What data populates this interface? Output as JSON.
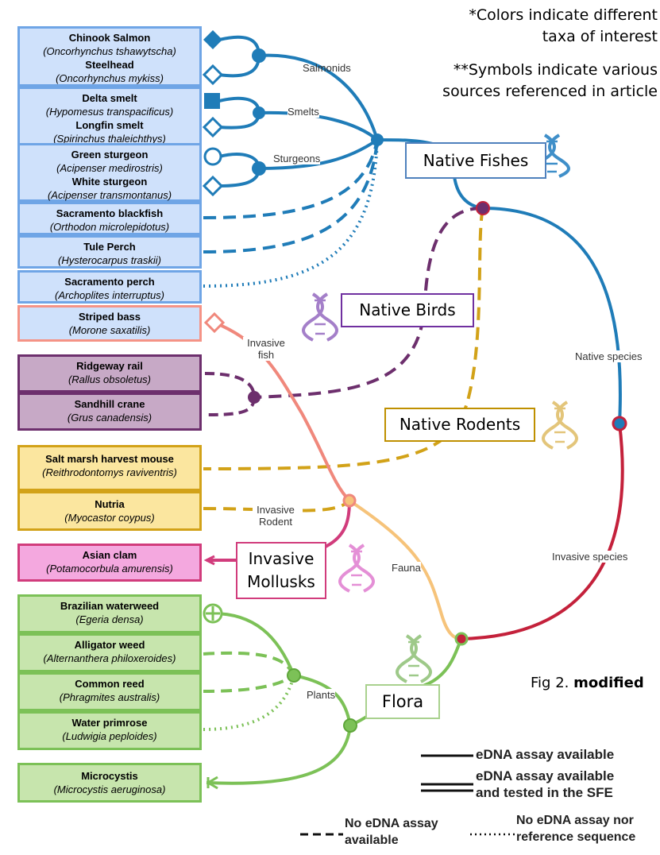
{
  "notes": {
    "line1": "*Colors indicate different",
    "line2": "taxa of interest",
    "line3": "**Symbols indicate various",
    "line4": "sources referenced in article"
  },
  "caption": {
    "prefix": "Fig 2. ",
    "bold": "modified"
  },
  "species": [
    {
      "id": "chinook",
      "group": "fish",
      "common": "Chinook Salmon",
      "scientific": "(Oncorhynchus tshawytscha)"
    },
    {
      "id": "steelhead",
      "group": "fish",
      "common": "Steelhead",
      "scientific": "(Oncorhynchus mykiss)"
    },
    {
      "id": "delta-smelt",
      "group": "fish",
      "common": "Delta smelt",
      "scientific": "(Hypomesus transpacificus)"
    },
    {
      "id": "longfin-smelt",
      "group": "fish",
      "common": "Longfin smelt",
      "scientific": "(Spirinchus thaleichthys)"
    },
    {
      "id": "green-sturgeon",
      "group": "fish",
      "common": "Green sturgeon",
      "scientific": "(Acipenser medirostris)"
    },
    {
      "id": "white-sturgeon",
      "group": "fish",
      "common": "White sturgeon",
      "scientific": "(Acipenser transmontanus)"
    },
    {
      "id": "sacramento-blackfish",
      "group": "fish",
      "common": "Sacramento blackfish",
      "scientific": "(Orthodon microlepidotus)"
    },
    {
      "id": "tule-perch",
      "group": "fish",
      "common": "Tule Perch",
      "scientific": "(Hysterocarpus traskii)"
    },
    {
      "id": "sacramento-perch",
      "group": "fish",
      "common": "Sacramento perch",
      "scientific": "(Archoplites interruptus)"
    },
    {
      "id": "striped-bass",
      "group": "fish",
      "common": "Striped bass",
      "scientific": "(Morone saxatilis)"
    },
    {
      "id": "ridgeway-rail",
      "group": "bird",
      "common": "Ridgeway rail",
      "scientific": "(Rallus obsoletus)"
    },
    {
      "id": "sandhill-crane",
      "group": "bird",
      "common": "Sandhill crane",
      "scientific": "(Grus canadensis)"
    },
    {
      "id": "harvest-mouse",
      "group": "rodent",
      "common": "Salt marsh harvest mouse",
      "scientific": "(Reithrodontomys raviventris)"
    },
    {
      "id": "nutria",
      "group": "rodent",
      "common": "Nutria",
      "scientific": "(Myocastor coypus)"
    },
    {
      "id": "asian-clam",
      "group": "mollusk",
      "common": "Asian clam",
      "scientific": "(Potamocorbula amurensis)"
    },
    {
      "id": "brazilian-waterweed",
      "group": "plant",
      "common": "Brazilian waterweed",
      "scientific": "(Egeria densa)"
    },
    {
      "id": "alligator-weed",
      "group": "plant",
      "common": "Alligator weed",
      "scientific": "(Alternanthera philoxeroides)"
    },
    {
      "id": "common-reed",
      "group": "plant",
      "common": "Common reed",
      "scientific": "(Phragmites australis)"
    },
    {
      "id": "water-primrose",
      "group": "plant",
      "common": "Water primrose",
      "scientific": "(Ludwigia peploides)"
    },
    {
      "id": "microcystis",
      "group": "plant",
      "common": "Microcystis",
      "scientific": "(Microcystis aeruginosa)"
    }
  ],
  "categories": {
    "native_fishes": "Native Fishes",
    "native_birds": "Native Birds",
    "native_rodents": "Native Rodents",
    "invasive_mollusks_1": "Invasive",
    "invasive_mollusks_2": "Mollusks",
    "flora": "Flora"
  },
  "branch_labels": {
    "salmonids": "Salmonids",
    "smelts": "Smelts",
    "sturgeons": "Sturgeons",
    "invasive_fish_1": "Invasive",
    "invasive_fish_2": "fish",
    "invasive_rodent_1": "Invasive",
    "invasive_rodent_2": "Rodent",
    "native_species": "Native species",
    "invasive_species": "Invasive species",
    "fauna": "Fauna",
    "plants": "Plants"
  },
  "legend": {
    "single": "eDNA assay available",
    "double_1": "eDNA assay available",
    "double_2": "and tested in the SFE",
    "dashed_1": "No eDNA assay",
    "dashed_2": "available",
    "dotted_1": "No eDNA assay nor",
    "dotted_2": "reference sequence"
  },
  "colors": {
    "native": "#1f7cb8",
    "invasive": "#c4213b",
    "fish_box": "#6fa5e6",
    "bird": "#6d2f6d",
    "rodent": "#d2a218",
    "mollusk": "#d13c7c",
    "plant": "#7cc157",
    "invasive_fish": "#ef8a7f",
    "fauna": "#f6c37a"
  }
}
